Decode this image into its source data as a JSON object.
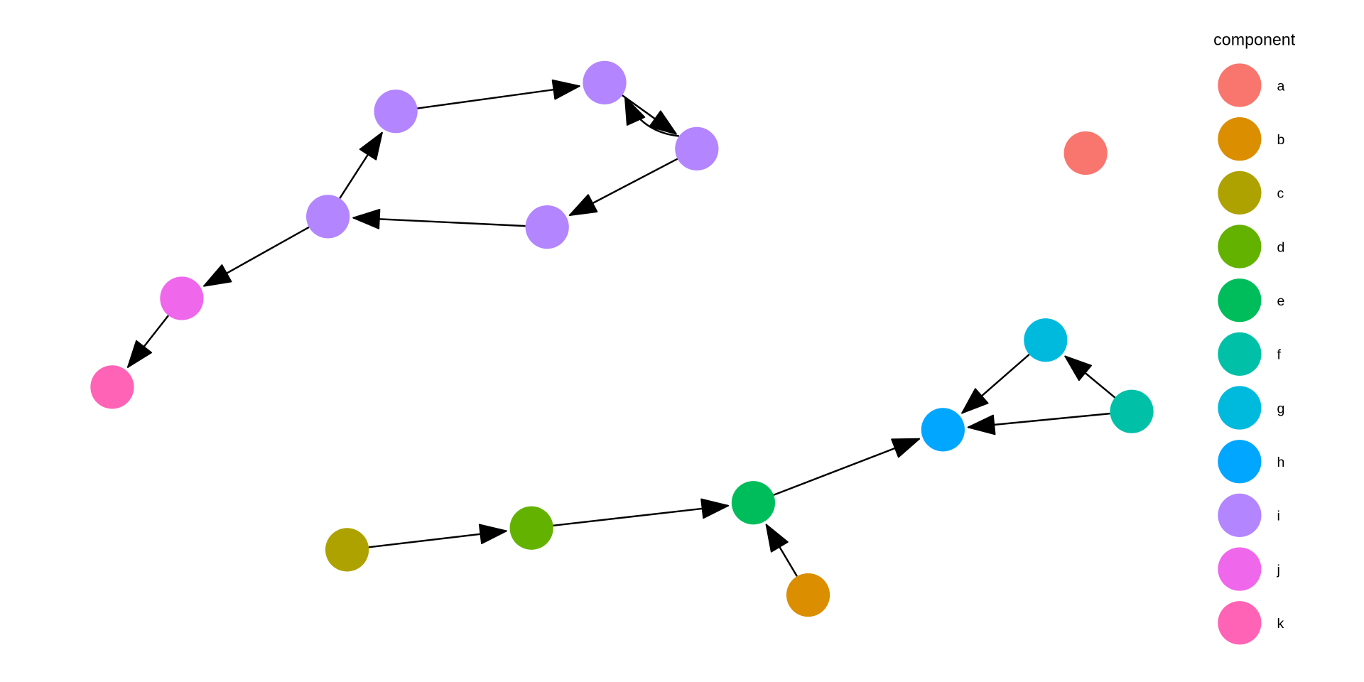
{
  "legend": {
    "title": "component",
    "entries": [
      {
        "label": "a",
        "color": "#F8766D"
      },
      {
        "label": "b",
        "color": "#DB8E00"
      },
      {
        "label": "c",
        "color": "#AEA200"
      },
      {
        "label": "d",
        "color": "#64B200"
      },
      {
        "label": "e",
        "color": "#00BD5C"
      },
      {
        "label": "f",
        "color": "#00C1A7"
      },
      {
        "label": "g",
        "color": "#00BADE"
      },
      {
        "label": "h",
        "color": "#00A6FF"
      },
      {
        "label": "i",
        "color": "#B385FF"
      },
      {
        "label": "j",
        "color": "#EF67EB"
      },
      {
        "label": "k",
        "color": "#FF63B6"
      }
    ]
  },
  "graph": {
    "nodes": [
      {
        "id": "a1",
        "component": "a"
      },
      {
        "id": "i1",
        "component": "i"
      },
      {
        "id": "i2",
        "component": "i"
      },
      {
        "id": "i3",
        "component": "i"
      },
      {
        "id": "i4",
        "component": "i"
      },
      {
        "id": "i5",
        "component": "i"
      },
      {
        "id": "j1",
        "component": "j"
      },
      {
        "id": "k1",
        "component": "k"
      },
      {
        "id": "c1",
        "component": "c"
      },
      {
        "id": "d1",
        "component": "d"
      },
      {
        "id": "e1",
        "component": "e"
      },
      {
        "id": "b1",
        "component": "b"
      },
      {
        "id": "h1",
        "component": "h"
      },
      {
        "id": "g1",
        "component": "g"
      },
      {
        "id": "f1",
        "component": "f"
      }
    ],
    "edges": [
      {
        "from": "i1",
        "to": "i2"
      },
      {
        "from": "i2",
        "to": "i3"
      },
      {
        "from": "i3",
        "to": "i2",
        "curved": true
      },
      {
        "from": "i3",
        "to": "i4"
      },
      {
        "from": "i4",
        "to": "i5"
      },
      {
        "from": "i5",
        "to": "i1"
      },
      {
        "from": "i5",
        "to": "j1"
      },
      {
        "from": "j1",
        "to": "k1"
      },
      {
        "from": "c1",
        "to": "d1"
      },
      {
        "from": "d1",
        "to": "e1"
      },
      {
        "from": "b1",
        "to": "e1"
      },
      {
        "from": "e1",
        "to": "h1"
      },
      {
        "from": "g1",
        "to": "h1"
      },
      {
        "from": "f1",
        "to": "h1"
      },
      {
        "from": "f1",
        "to": "g1"
      }
    ]
  }
}
